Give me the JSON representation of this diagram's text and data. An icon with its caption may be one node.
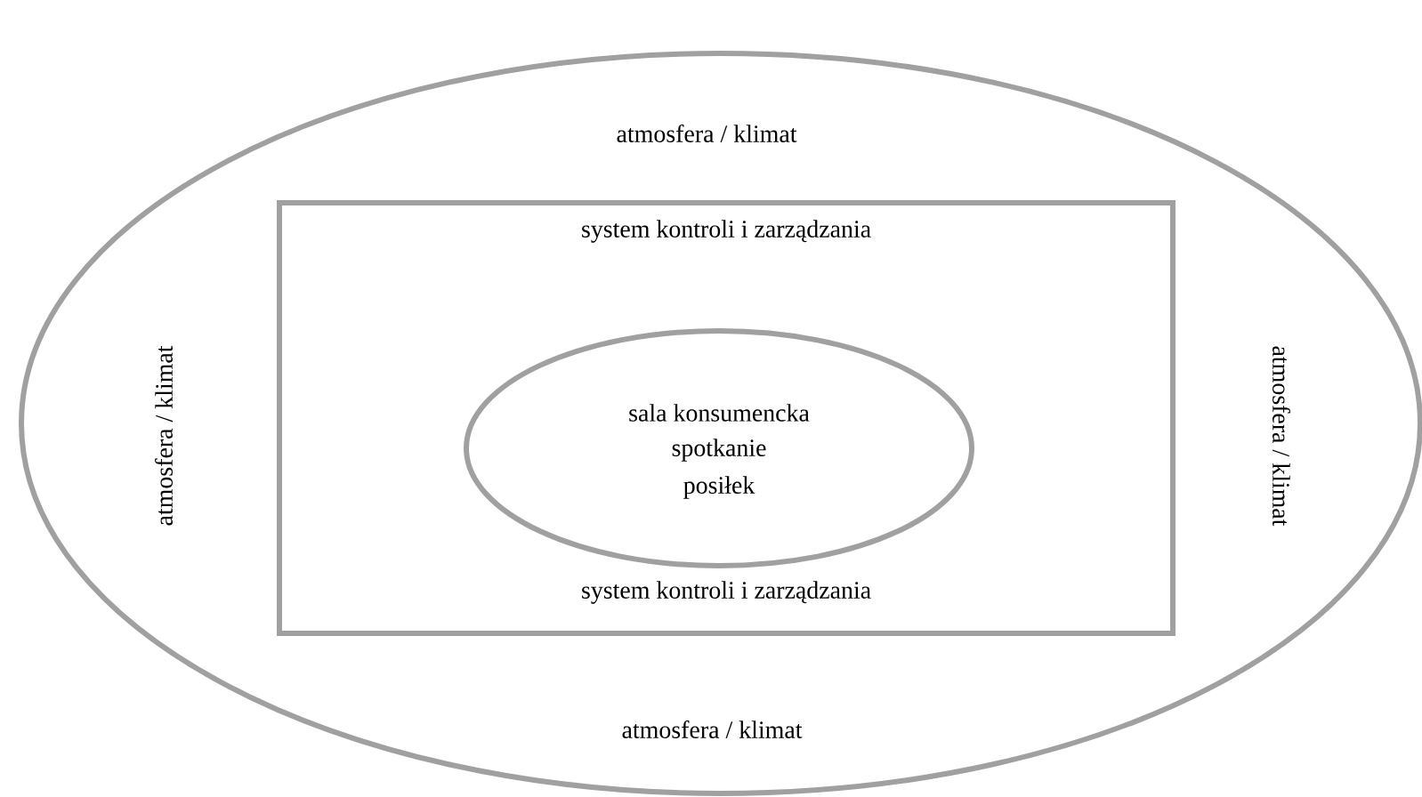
{
  "diagram": {
    "nodes": [
      {
        "text": [
          "atmosfera / klimat",
          "atmosfera / klimat",
          "atmosfera / klimat",
          "atmosfera / klimat"
        ]
      },
      {
        "text": [
          "system kontroli i zarządzania",
          "system kontroli i zarządzania"
        ],
        "in": 0
      },
      {
        "text": [
          "sala konsumencka",
          "spotkanie",
          "posiłek"
        ],
        "in": 1
      }
    ]
  }
}
